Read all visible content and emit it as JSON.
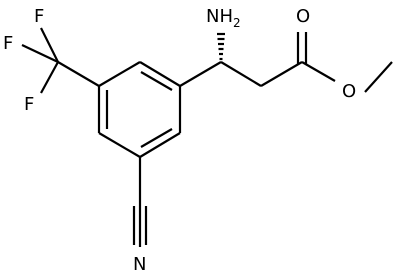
{
  "molecule": {
    "atoms": {
      "amine": "NH",
      "amine_sub": "2",
      "carbonyl_o": "O",
      "ester_o": "O",
      "fluorine_1": "F",
      "fluorine_2": "F",
      "fluorine_3": "F",
      "nitrile_n": "N"
    }
  },
  "colors": {
    "bond": "#000000",
    "label": "#000000",
    "background": "#ffffff"
  }
}
